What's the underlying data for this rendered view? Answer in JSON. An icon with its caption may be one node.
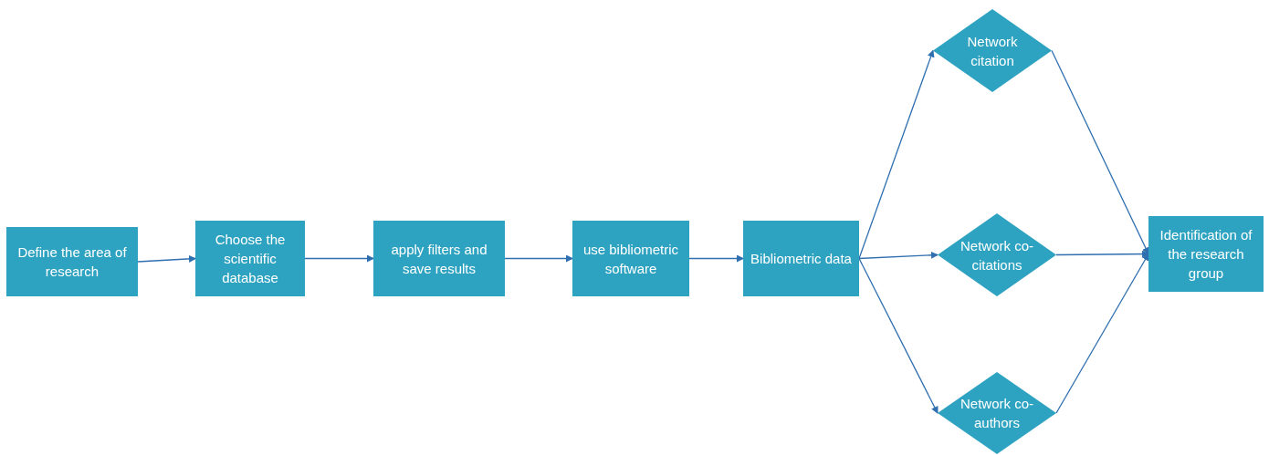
{
  "diagram": {
    "nodes": [
      {
        "text": [
          "Define the area of research"
        ]
      },
      {
        "text": [
          "Choose the scientific database"
        ]
      },
      {
        "text": [
          "apply filters and save results"
        ]
      },
      {
        "text": [
          "use bibliometric software"
        ]
      },
      {
        "text": [
          "Bibliometric data"
        ]
      },
      {
        "text": [
          "Network citation"
        ]
      },
      {
        "text": [
          "Network co-citations"
        ]
      },
      {
        "text": [
          "Network co-authors"
        ]
      },
      {
        "text": [
          "Identification of the research group"
        ]
      }
    ],
    "edges": [
      {
        "from": 0,
        "to": 1,
        "arrow": "to"
      },
      {
        "from": 1,
        "to": 2,
        "arrow": "to"
      },
      {
        "from": 2,
        "to": 3,
        "arrow": "to"
      },
      {
        "from": 3,
        "to": 4,
        "arrow": "to"
      },
      {
        "from": 4,
        "to": 5,
        "arrow": "to"
      },
      {
        "from": 4,
        "to": 6,
        "arrow": "to"
      },
      {
        "from": 4,
        "to": 7,
        "arrow": "to"
      },
      {
        "from": 5,
        "to": 8,
        "arrow": "to"
      },
      {
        "from": 6,
        "to": 8,
        "arrow": "to"
      },
      {
        "from": 7,
        "to": 8,
        "arrow": "to"
      }
    ]
  }
}
